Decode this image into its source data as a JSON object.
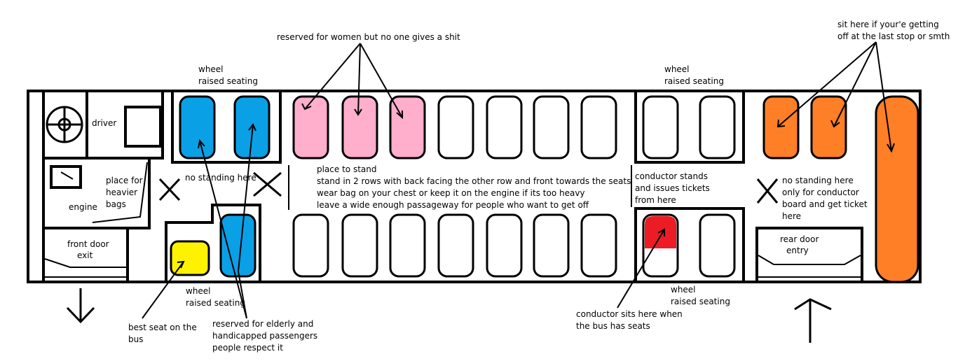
{
  "colors": {
    "outline": "#000000",
    "handicapped_seat": "#0aa0e6",
    "women_seat": "#ffaecb",
    "last_stop_seat": "#ff7f27",
    "conductor_seat": "#ed1c24",
    "best_seat": "#fff200",
    "empty_seat": "#ffffff"
  },
  "labels": {
    "women_reserved": "reserved for women but no one gives a shit",
    "last_stop_1": "sit here if your'e getting",
    "last_stop_2": "off at the last stop or smth",
    "wheel_front_top_1": "wheel",
    "wheel_front_top_2": "raised seating",
    "wheel_rear_top_1": "wheel",
    "wheel_rear_top_2": "raised seating",
    "driver": "driver",
    "engine": "engine",
    "heavier_bags_1": "place for",
    "heavier_bags_2": "heavier",
    "heavier_bags_3": "bags",
    "no_standing_front": "no standing here",
    "stand_1": "place to stand",
    "stand_2": "stand in 2 rows with back facing the other row and front towards the seats",
    "stand_3": "wear bag on your chest or keep it on the engine if its too heavy",
    "stand_4": "leave a wide enough passageway for people who want to get off",
    "conductor_stands_1": "conductor stands",
    "conductor_stands_2": "and issues tickets",
    "conductor_stands_3": "from here",
    "no_standing_rear_1": "no standing here",
    "no_standing_rear_2": "only for conductor",
    "no_standing_rear_3": "board and get ticket",
    "no_standing_rear_4": "here",
    "front_door_1": "front door",
    "front_door_2": "exit",
    "rear_door_1": "rear door",
    "rear_door_2": "entry",
    "wheel_front_bottom_1": "wheel",
    "wheel_front_bottom_2": "raised seating",
    "wheel_rear_bottom_1": "wheel",
    "wheel_rear_bottom_2": "raised seating",
    "best_seat_1": "best seat on the",
    "best_seat_2": "bus",
    "elderly_1": "reserved for elderly and",
    "elderly_2": "handicapped passengers",
    "elderly_3": "people respect it",
    "conductor_sits_1": "conductor sits here when",
    "conductor_sits_2": "the bus has seats"
  }
}
